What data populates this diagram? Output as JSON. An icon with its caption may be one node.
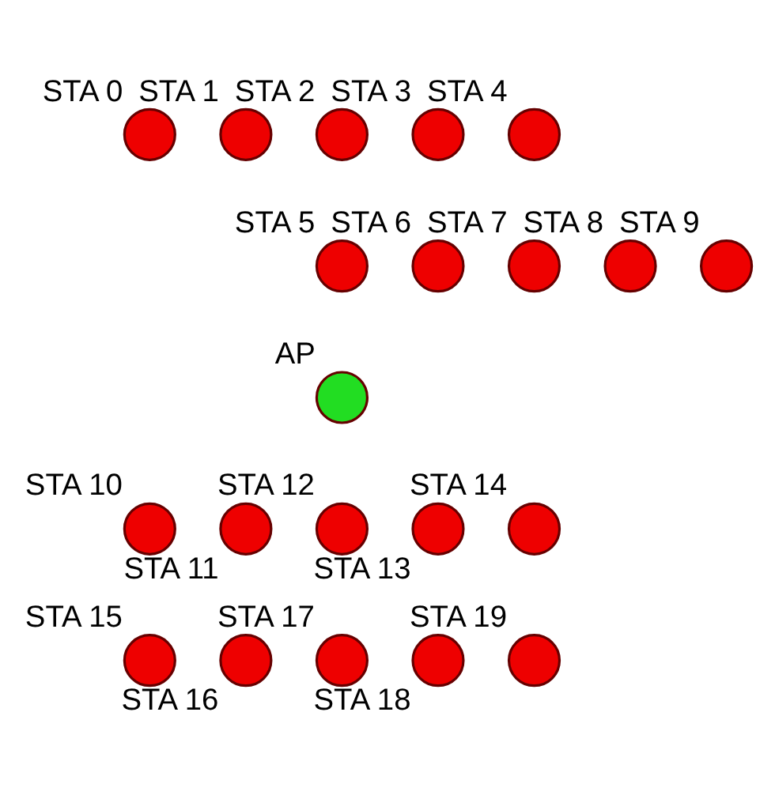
{
  "diagram": {
    "nodes": [
      {
        "text": [],
        "shape": "circle",
        "beside": [
          "STA 0"
        ]
      },
      {
        "text": [],
        "shape": "circle",
        "beside": [
          "STA 1"
        ]
      },
      {
        "text": [],
        "shape": "circle",
        "beside": [
          "STA 2"
        ]
      },
      {
        "text": [],
        "shape": "circle",
        "beside": [
          "STA 3"
        ]
      },
      {
        "text": [],
        "shape": "circle",
        "beside": [
          "STA 4"
        ]
      },
      {
        "text": [],
        "shape": "circle",
        "beside": [
          "STA 5"
        ]
      },
      {
        "text": [],
        "shape": "circle",
        "beside": [
          "STA 6"
        ]
      },
      {
        "text": [],
        "shape": "circle",
        "beside": [
          "STA 7"
        ]
      },
      {
        "text": [],
        "shape": "circle",
        "beside": [
          "STA 8"
        ]
      },
      {
        "text": [],
        "shape": "circle",
        "beside": [
          "STA 9"
        ]
      },
      {
        "text": [],
        "shape": "circle",
        "beside": [
          "AP"
        ]
      },
      {
        "text": [],
        "shape": "circle",
        "beside": [
          "STA 10"
        ]
      },
      {
        "text": [],
        "shape": "circle",
        "beside": [
          "STA 11"
        ]
      },
      {
        "text": [],
        "shape": "circle",
        "beside": [
          "STA 12"
        ]
      },
      {
        "text": [],
        "shape": "circle",
        "beside": [
          "STA 13"
        ]
      },
      {
        "text": [],
        "shape": "circle",
        "beside": [
          "STA 14"
        ]
      },
      {
        "text": [],
        "shape": "circle",
        "beside": [
          "STA 15"
        ]
      },
      {
        "text": [],
        "shape": "circle",
        "beside": [
          "STA 16"
        ]
      },
      {
        "text": [],
        "shape": "circle",
        "beside": [
          "STA 17"
        ]
      },
      {
        "text": [],
        "shape": "circle",
        "beside": [
          "STA 18"
        ]
      },
      {
        "text": [],
        "shape": "circle",
        "beside": [
          "STA 19"
        ]
      }
    ]
  }
}
